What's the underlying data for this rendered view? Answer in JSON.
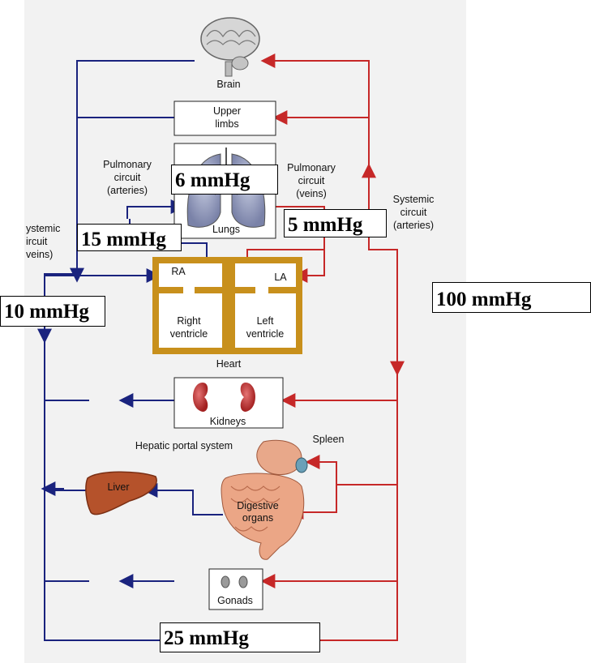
{
  "labels": {
    "brain": "Brain",
    "upper_limbs_1": "Upper",
    "upper_limbs_2": "limbs",
    "pulm_arteries_1": "Pulmonary",
    "pulm_arteries_2": "circuit",
    "pulm_arteries_3": "(arteries)",
    "pulm_veins_1": "Pulmonary",
    "pulm_veins_2": "circuit",
    "pulm_veins_3": "(veins)",
    "lungs": "Lungs",
    "sys_arteries_1": "Systemic",
    "sys_arteries_2": "circuit",
    "sys_arteries_3": "(arteries)",
    "sys_veins_1": "ystemic",
    "sys_veins_2": "ircuit",
    "sys_veins_3": "veins)",
    "ra": "RA",
    "la": "LA",
    "right_ventricle_1": "Right",
    "right_ventricle_2": "ventricle",
    "left_ventricle_1": "Left",
    "left_ventricle_2": "ventricle",
    "heart": "Heart",
    "kidneys": "Kidneys",
    "hepatic": "Hepatic portal system",
    "spleen": "Spleen",
    "liver": "Liver",
    "digestive_1": "Digestive",
    "digestive_2": "organs",
    "gonads": "Gonads"
  },
  "pressures": {
    "lungs": "6 mmHg",
    "pulmonary_arteries": "15 mmHg",
    "pulmonary_veins": "5 mmHg",
    "systemic_arteries": "100 mmHg",
    "systemic_veins": "10 mmHg",
    "capillaries": "25 mmHg"
  },
  "colors": {
    "venous": "#1a237e",
    "arterial": "#c62828",
    "heart_wall": "#c8901c"
  }
}
